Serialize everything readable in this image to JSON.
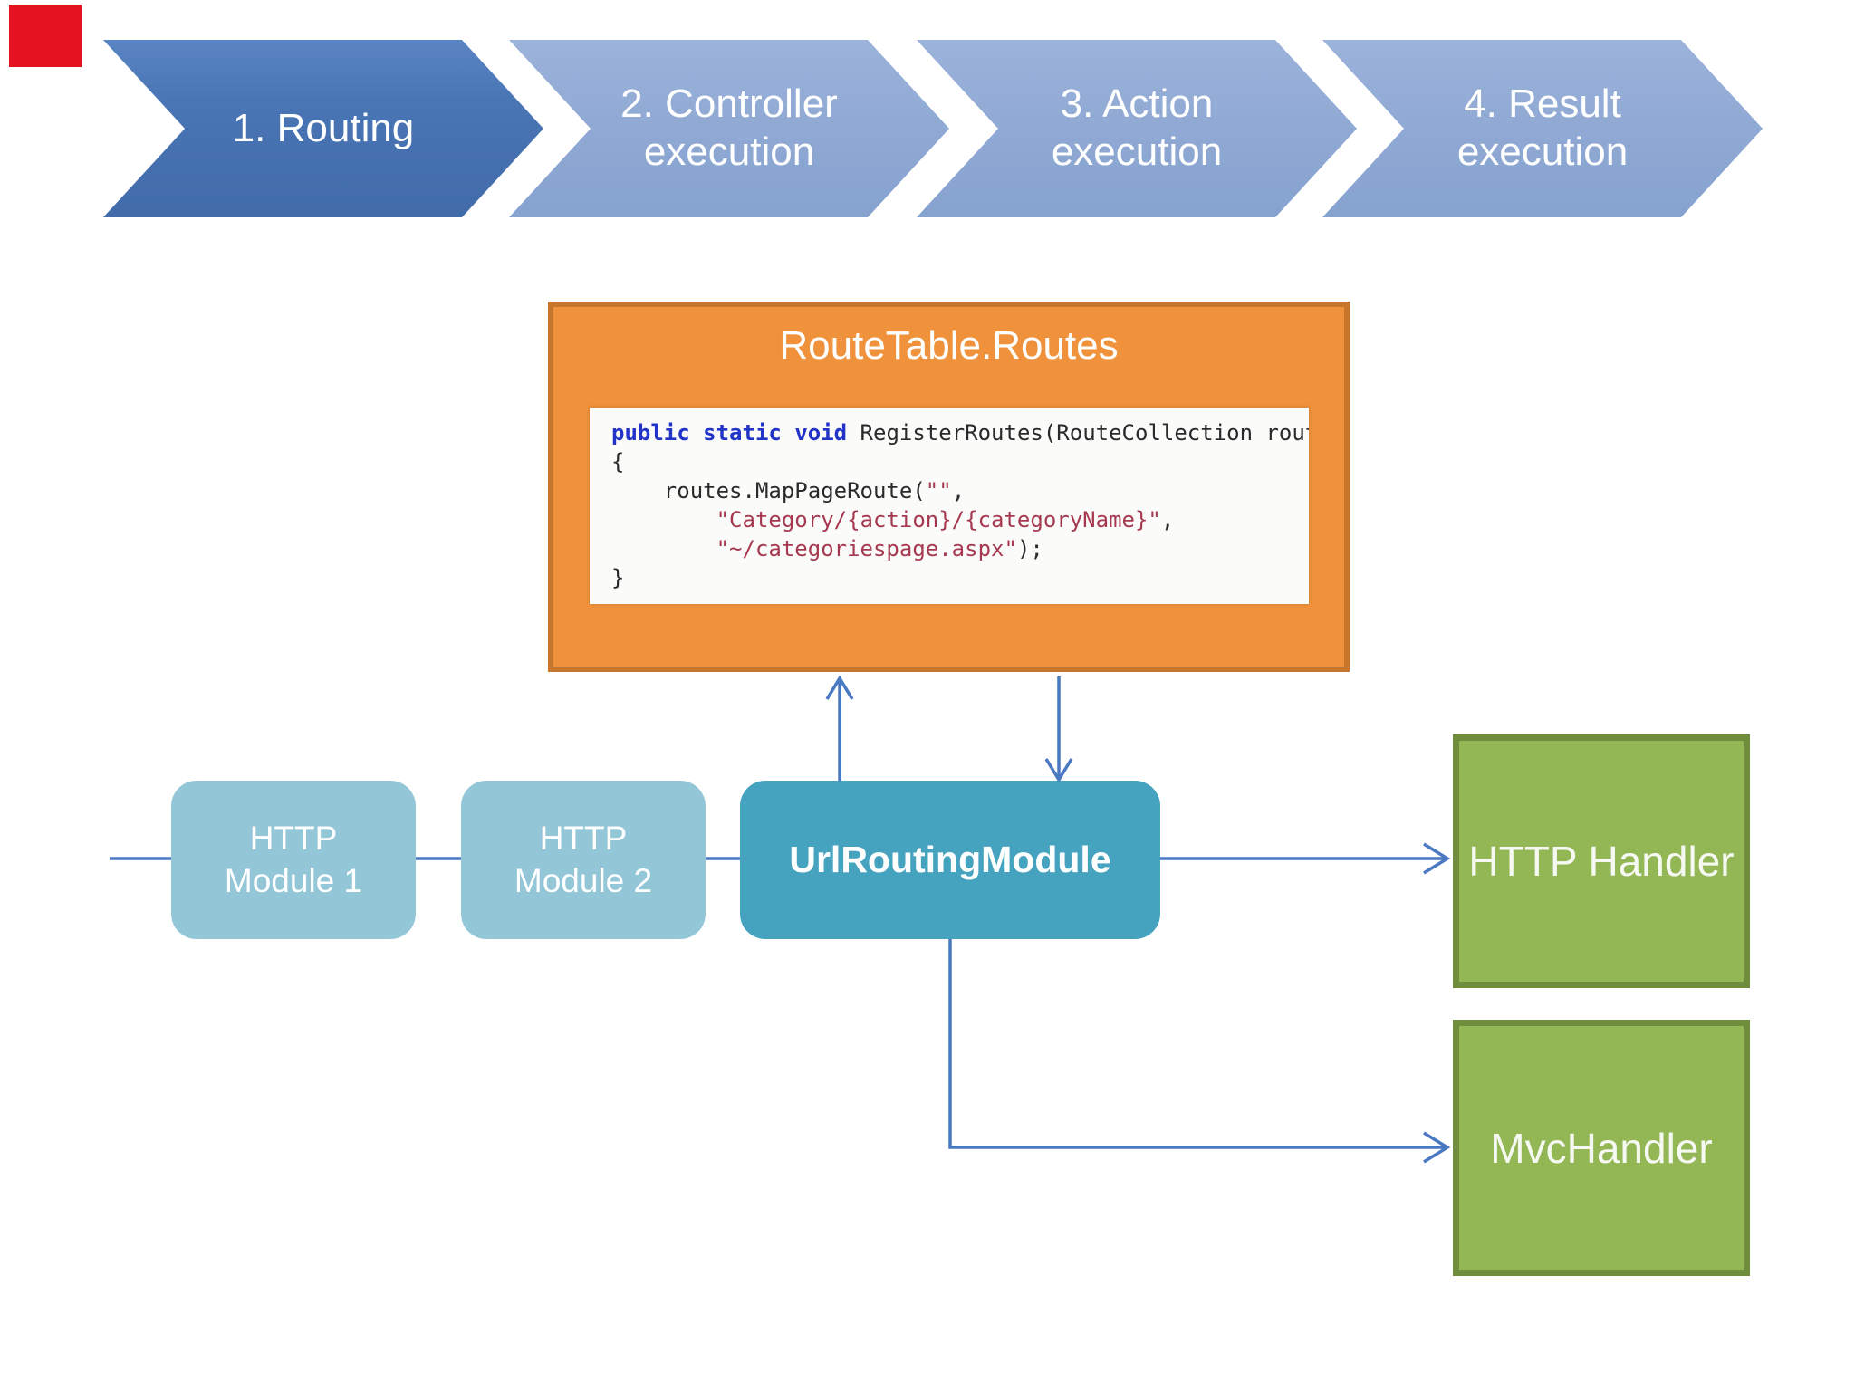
{
  "marker": {
    "name": "recording-indicator",
    "color": "#e5121f"
  },
  "pipeline": {
    "text_color": "#ffffff",
    "steps": [
      {
        "label": "1. Routing",
        "fill": "#4a75b5",
        "emphasized": true
      },
      {
        "label": "2. Controller\nexecution",
        "fill": "#92abd5",
        "emphasized": false
      },
      {
        "label": "3. Action\nexecution",
        "fill": "#92abd5",
        "emphasized": false
      },
      {
        "label": "4. Result\nexecution",
        "fill": "#92abd5",
        "emphasized": false
      }
    ]
  },
  "route_box": {
    "title": "RouteTable.Routes",
    "fill": "#f0923c",
    "border_color": "#c8762b"
  },
  "code": {
    "background": "#fbfbfa",
    "keyword_color": "#2233c8",
    "string_color": "#a63950",
    "plain_color": "#2a2a2a",
    "lines": [
      [
        {
          "t": "public",
          "c": "kw"
        },
        {
          "t": " ",
          "c": "pl"
        },
        {
          "t": "static",
          "c": "kw"
        },
        {
          "t": " ",
          "c": "pl"
        },
        {
          "t": "void",
          "c": "kw"
        },
        {
          "t": " RegisterRoutes(RouteCollection routes)",
          "c": "pl"
        }
      ],
      [
        {
          "t": "{",
          "c": "pl"
        }
      ],
      [
        {
          "t": "    routes.MapPageRoute(",
          "c": "pl"
        },
        {
          "t": "\"\"",
          "c": "str"
        },
        {
          "t": ",",
          "c": "pl"
        }
      ],
      [
        {
          "t": "        ",
          "c": "pl"
        },
        {
          "t": "\"Category/{action}/{categoryName}\"",
          "c": "str"
        },
        {
          "t": ",",
          "c": "pl"
        }
      ],
      [
        {
          "t": "        ",
          "c": "pl"
        },
        {
          "t": "\"~/categoriespage.aspx\"",
          "c": "str"
        },
        {
          "t": ");",
          "c": "pl"
        }
      ],
      [
        {
          "t": "}",
          "c": "pl"
        }
      ]
    ]
  },
  "modules": {
    "module1": {
      "label": "HTTP\nModule 1",
      "fill": "#93c6d7"
    },
    "module2": {
      "label": "HTTP\nModule 2",
      "fill": "#93c6d7"
    },
    "url_routing_module": {
      "label": "UrlRoutingModule",
      "fill": "#45a3bf"
    }
  },
  "handlers": {
    "http_handler": {
      "label": "HTTP Handler",
      "fill": "#93b755",
      "border_color": "#6f8d3c"
    },
    "mvc_handler": {
      "label": "MvcHandler",
      "fill": "#93b755",
      "border_color": "#6f8d3c"
    }
  },
  "connectors": {
    "color": "#4a79c2"
  }
}
